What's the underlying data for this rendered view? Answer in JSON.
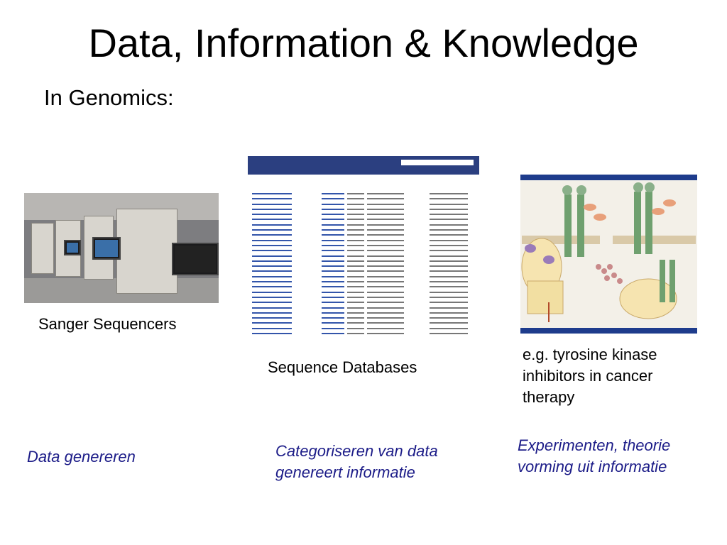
{
  "slide": {
    "title": "Data, Information & Knowledge",
    "subtitle": "In Genomics:"
  },
  "columns": [
    {
      "caption": "Sanger Sequencers",
      "note": "Data genereren",
      "image_icon": "sequencer-photo"
    },
    {
      "caption": "Sequence Databases",
      "note": "Categoriseren van data genereert informatie",
      "image_icon": "database-screenshot"
    },
    {
      "caption": "e.g. tyrosine kinase inhibitors in cancer therapy",
      "note": "Experimenten, theorie vorming uit informatie",
      "image_icon": "pathway-figure"
    }
  ],
  "colors": {
    "note_text": "#1c1c88",
    "db_header": "#2b3f80",
    "db_link": "#3355aa"
  }
}
